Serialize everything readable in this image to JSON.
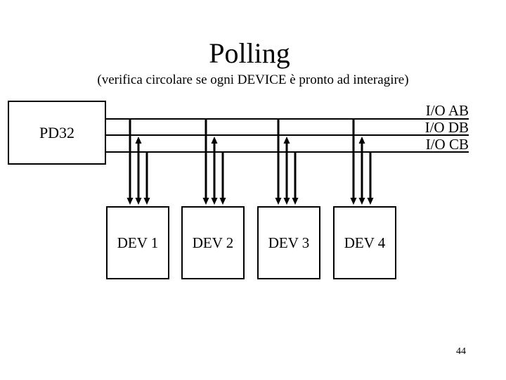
{
  "slide": {
    "title": "Polling",
    "subtitle": "(verifica circolare se ogni DEVICE è pronto ad interagire)",
    "page_number": "44"
  },
  "processor": {
    "label": "PD32"
  },
  "buses": [
    {
      "label": "I/O AB"
    },
    {
      "label": "I/O DB"
    },
    {
      "label": "I/O CB"
    }
  ],
  "devices": [
    {
      "label": "DEV 1"
    },
    {
      "label": "DEV 2"
    },
    {
      "label": "DEV 3"
    },
    {
      "label": "DEV 4"
    }
  ],
  "colors": {
    "background": "#ffffff",
    "line": "#000000",
    "text": "#000000"
  }
}
